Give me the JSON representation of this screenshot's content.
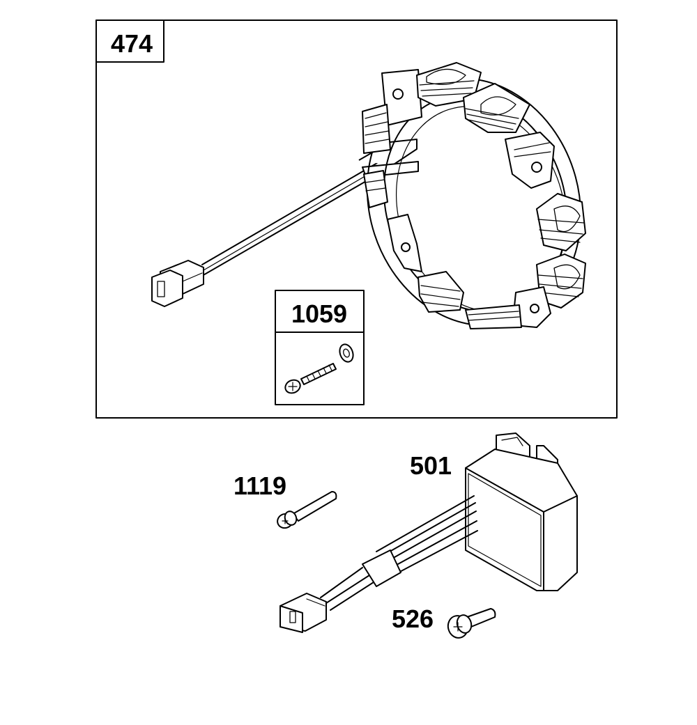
{
  "diagram": {
    "stator_box_label": "474",
    "screw_box_label": "1059",
    "regulator_label": "501",
    "mount_screw_label": "1119",
    "bolt_label": "526"
  }
}
